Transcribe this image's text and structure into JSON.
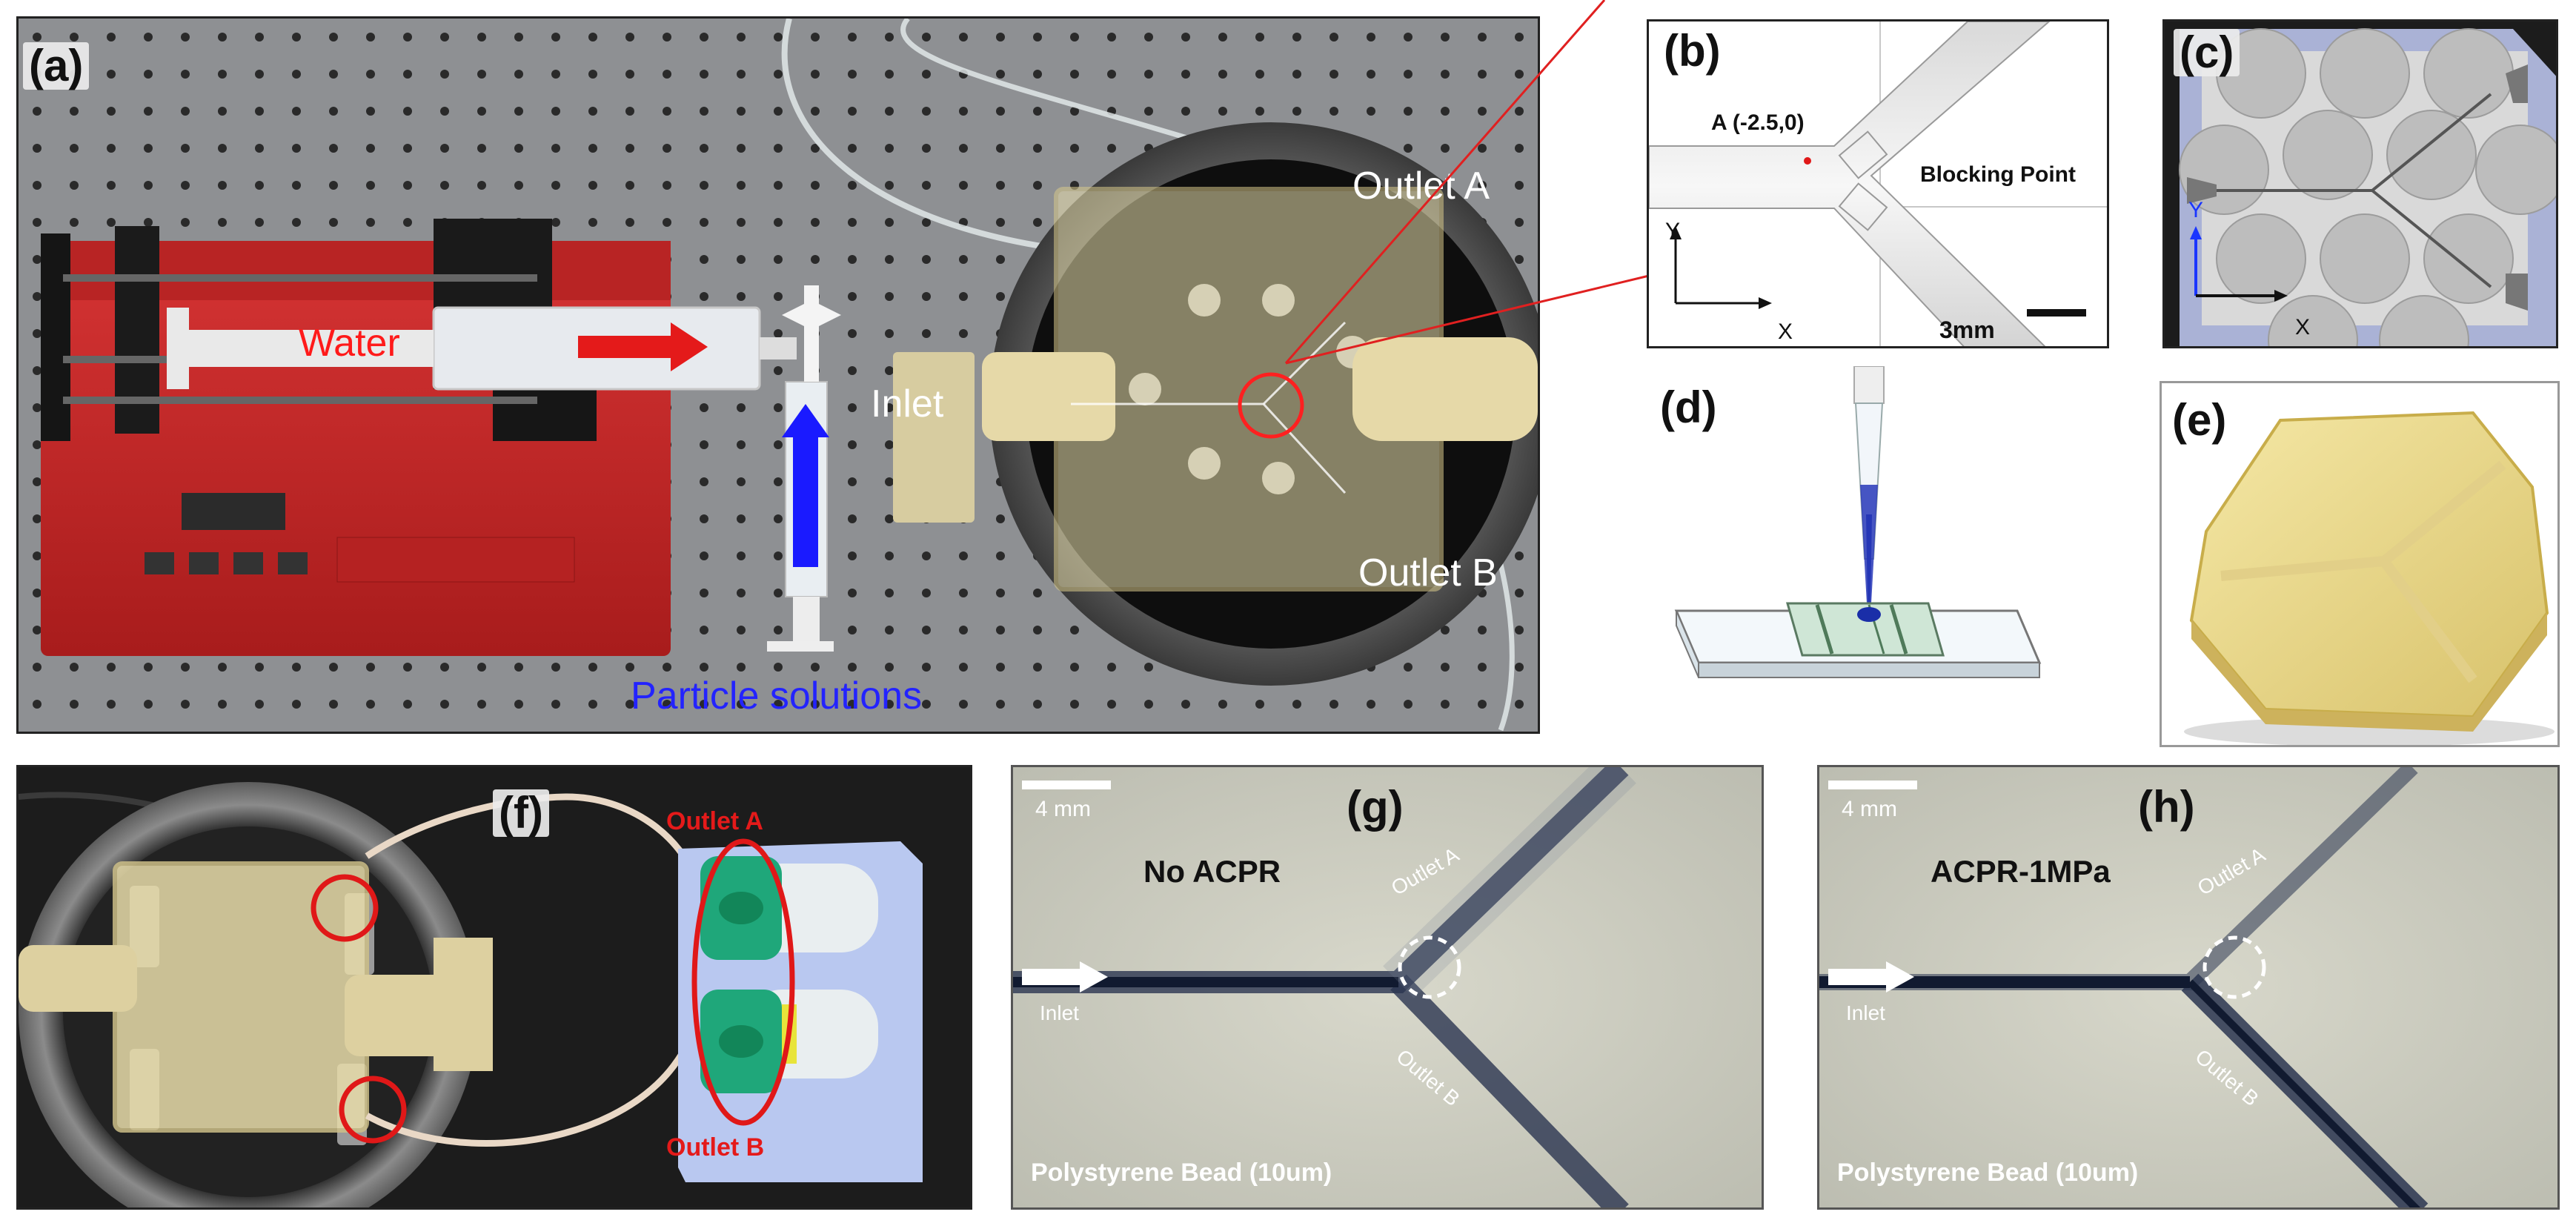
{
  "panels": {
    "a": {
      "label": "(a)",
      "water": "Water",
      "inlet": "Inlet",
      "outlet_a": "Outlet A",
      "outlet_b": "Outlet B",
      "particle_solutions": "Particle solutions"
    },
    "b": {
      "label": "(b)",
      "point_a": "A (-2.5,0)",
      "blocking_point": "Blocking Point",
      "axis_y": "Y",
      "axis_x": "X",
      "scale": "3mm"
    },
    "c": {
      "label": "(c)",
      "axis_y": "Y",
      "axis_x": "X"
    },
    "d": {
      "label": "(d)"
    },
    "e": {
      "label": "(e)"
    },
    "f": {
      "label": "(f)",
      "outlet_a": "Outlet A",
      "outlet_b": "Outlet B"
    },
    "g": {
      "label": "(g)",
      "scale": "4 mm",
      "condition": "No ACPR",
      "outlet_a": "Outlet A",
      "outlet_b": "Outlet B",
      "inlet": "Inlet",
      "caption": "Polystyrene Bead (10um)"
    },
    "h": {
      "label": "(h)",
      "scale": "4 mm",
      "condition": "ACPR-1MPa",
      "outlet_a": "Outlet A",
      "outlet_b": "Outlet B",
      "inlet": "Inlet",
      "caption": "Polystyrene Bead (10um)"
    }
  },
  "colors": {
    "water_arrow": "#e41a1a",
    "particle_arrow": "#1a1aff",
    "particle_text": "#2323ff",
    "marker_red": "#ff2020",
    "pump_red": "#c92727",
    "microfluidic_bg": "#d6d6c8",
    "channel_blue": "#2a3550"
  },
  "icons": [
    "syringe-pump-icon",
    "syringe-icon",
    "resonator-device-icon",
    "pipette-icon",
    "chip-icon",
    "tube-icon"
  ]
}
